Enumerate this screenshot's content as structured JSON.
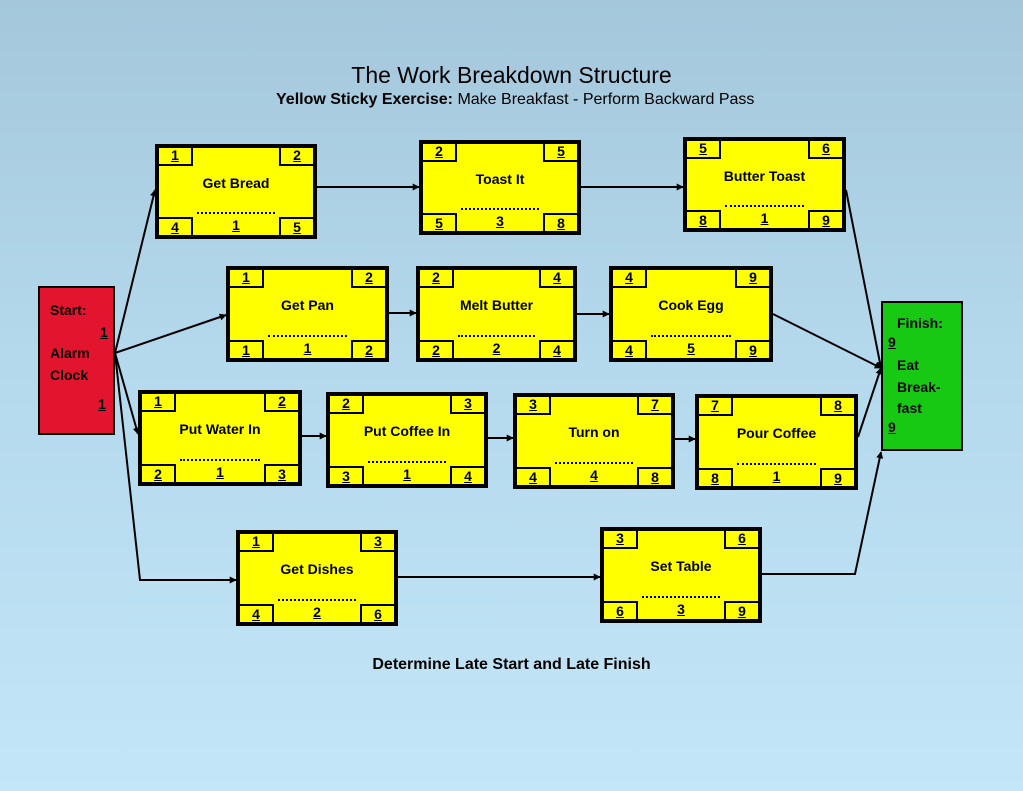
{
  "title": "The Work Breakdown Structure",
  "subtitle": {
    "bold": "Yellow Sticky Exercise:",
    "rest": " Make Breakfast - Perform Backward Pass"
  },
  "footer": "Determine Late Start and Late Finish",
  "start": {
    "label": "Start:",
    "top_number": "1",
    "name_line1": "Alarm",
    "name_line2": "Clock",
    "bottom_number": "1"
  },
  "finish": {
    "label": "Finish:",
    "top_number": "9",
    "name_line1": "Eat",
    "name_line2": "Break-",
    "name_line3": "fast",
    "bottom_number": "9"
  },
  "colors": {
    "task_fill": "#ffff00",
    "start_fill": "#e3142e",
    "finish_fill": "#17c912"
  },
  "tasks": [
    {
      "name": "Get Bread",
      "tl": "1",
      "tr": "2",
      "bl": "4",
      "duration": "1",
      "br": "5"
    },
    {
      "name": "Toast It",
      "tl": "2",
      "tr": "5",
      "bl": "5",
      "duration": "3",
      "br": "8"
    },
    {
      "name": "Butter Toast",
      "tl": "5",
      "tr": "6",
      "bl": "8",
      "duration": "1",
      "br": "9"
    },
    {
      "name": "Get Pan",
      "tl": "1",
      "tr": "2",
      "bl": "1",
      "duration": "1",
      "br": "2"
    },
    {
      "name": "Melt Butter",
      "tl": "2",
      "tr": "4",
      "bl": "2",
      "duration": "2",
      "br": "4"
    },
    {
      "name": "Cook Egg",
      "tl": "4",
      "tr": "9",
      "bl": "4",
      "duration": "5",
      "br": "9"
    },
    {
      "name": "Put Water In",
      "tl": "1",
      "tr": "2",
      "bl": "2",
      "duration": "1",
      "br": "3"
    },
    {
      "name": "Put Coffee In",
      "tl": "2",
      "tr": "3",
      "bl": "3",
      "duration": "1",
      "br": "4"
    },
    {
      "name": "Turn on",
      "tl": "3",
      "tr": "7",
      "bl": "4",
      "duration": "4",
      "br": "8"
    },
    {
      "name": "Pour Coffee",
      "tl": "7",
      "tr": "8",
      "bl": "8",
      "duration": "1",
      "br": "9"
    },
    {
      "name": "Get Dishes",
      "tl": "1",
      "tr": "3",
      "bl": "4",
      "duration": "2",
      "br": "6"
    },
    {
      "name": "Set Table",
      "tl": "3",
      "tr": "6",
      "bl": "6",
      "duration": "3",
      "br": "9"
    }
  ]
}
